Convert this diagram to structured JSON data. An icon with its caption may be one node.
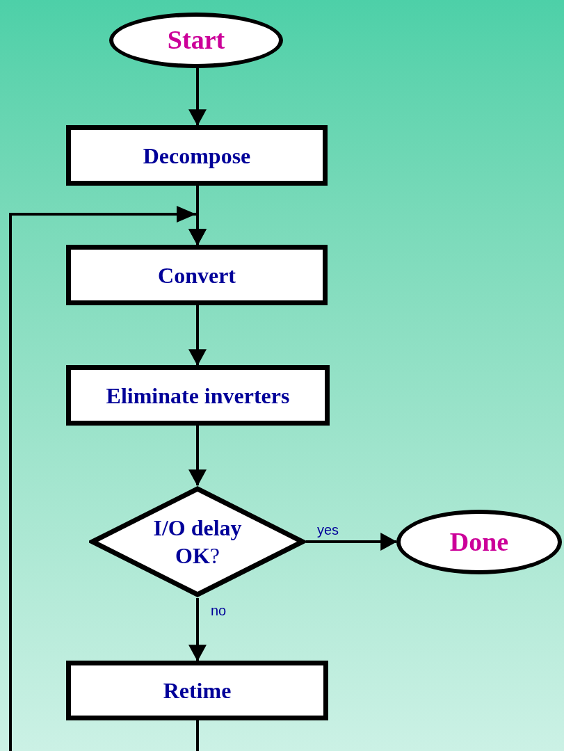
{
  "diagram": {
    "nodes": [
      {
        "text": [
          "Start"
        ]
      },
      {
        "text": [
          "Decompose"
        ]
      },
      {
        "text": [
          "Convert"
        ]
      },
      {
        "text": [
          "Eliminate inverters"
        ]
      },
      {
        "text": [
          "**I/O delay OK**?"
        ]
      },
      {
        "text": [
          "Done"
        ]
      },
      {
        "text": [
          "Retime"
        ]
      }
    ],
    "edges": [
      {
        "from": 0,
        "to": 1,
        "arrow": "to"
      },
      {
        "from": 1,
        "to": 2,
        "arrow": "to"
      },
      {
        "from": 2,
        "to": 3,
        "arrow": "to"
      },
      {
        "from": 3,
        "to": 4,
        "arrow": "to"
      },
      {
        "from": 4,
        "to": 5,
        "arrow": "to",
        "label": "yes"
      },
      {
        "from": 4,
        "to": 6,
        "arrow": "to",
        "label": "no"
      },
      {
        "from": 6,
        "to": 2,
        "arrow": "to"
      }
    ]
  }
}
